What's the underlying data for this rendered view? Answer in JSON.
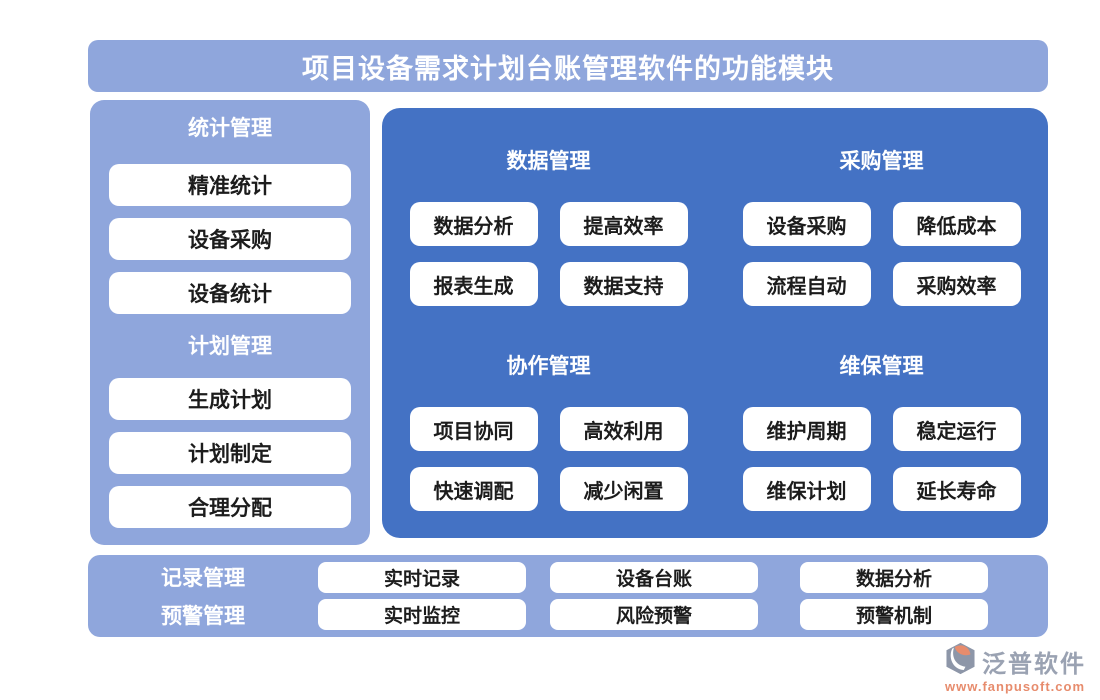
{
  "header": {
    "title": "项目设备需求计划台账管理软件的功能模块"
  },
  "sidebar": {
    "sections": [
      {
        "title": "统计管理",
        "items": [
          "精准统计",
          "设备采购",
          "设备统计"
        ]
      },
      {
        "title": "计划管理",
        "items": [
          "生成计划",
          "计划制定",
          "合理分配"
        ]
      }
    ]
  },
  "main": {
    "groups": [
      {
        "title": "数据管理",
        "items": [
          "数据分析",
          "提高效率",
          "报表生成",
          "数据支持"
        ]
      },
      {
        "title": "采购管理",
        "items": [
          "设备采购",
          "降低成本",
          "流程自动",
          "采购效率"
        ]
      },
      {
        "title": "协作管理",
        "items": [
          "项目协同",
          "高效利用",
          "快速调配",
          "减少闲置"
        ]
      },
      {
        "title": "维保管理",
        "items": [
          "维护周期",
          "稳定运行",
          "维保计划",
          "延长寿命"
        ]
      }
    ]
  },
  "bottom": {
    "rows": [
      {
        "label": "记录管理",
        "items": [
          "实时记录",
          "设备台账",
          "数据分析"
        ]
      },
      {
        "label": "预警管理",
        "items": [
          "实时监控",
          "风险预警",
          "预警机制"
        ]
      }
    ]
  },
  "footer": {
    "brand": "泛普软件",
    "url": "www.fanpusoft.com"
  },
  "colors": {
    "panel_light": "#8FA6DC",
    "panel_dark": "#4472C4",
    "chip_bg": "#FFFFFF",
    "chip_text": "#1C1C1C",
    "title_text": "#FFFFFF",
    "brand_gray": "#9AA2B2",
    "brand_orange": "#E78C6D"
  }
}
